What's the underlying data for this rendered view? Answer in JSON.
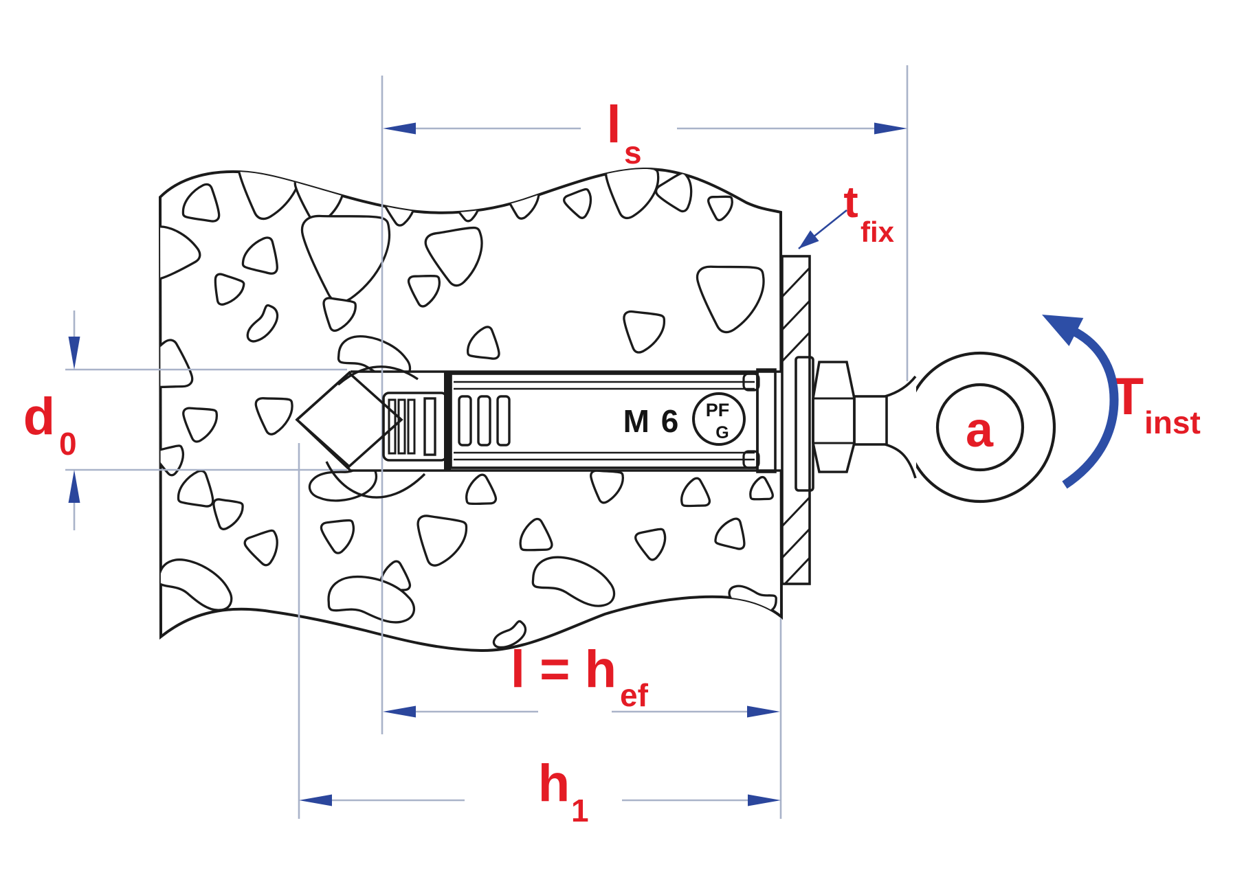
{
  "figure": {
    "type": "technical-diagram",
    "subject": "Expansion anchor with eye bolt installed in concrete - dimensioned installation cross-section",
    "background": "#ffffff"
  },
  "colors": {
    "label_red": "#e41c25",
    "arrow_blue": "#2b469c",
    "torque_blue": "#2d4ea6",
    "line_light": "#a9b3c9",
    "outline": "#1b1b1b"
  },
  "labels": {
    "ls": {
      "main": "l",
      "sub": "s"
    },
    "tfix": {
      "main": "t",
      "sub": "fix"
    },
    "d0": {
      "main": "d",
      "sub": "0"
    },
    "l_hef": {
      "main": "l = h",
      "sub": "ef"
    },
    "h1": {
      "main": "h",
      "sub": "1"
    },
    "a": {
      "main": "a"
    },
    "Tinst": {
      "main": "T",
      "sub": "inst"
    }
  },
  "part_markings": {
    "size": "M 6",
    "logo_top": "PF",
    "logo_bottom": "G"
  }
}
